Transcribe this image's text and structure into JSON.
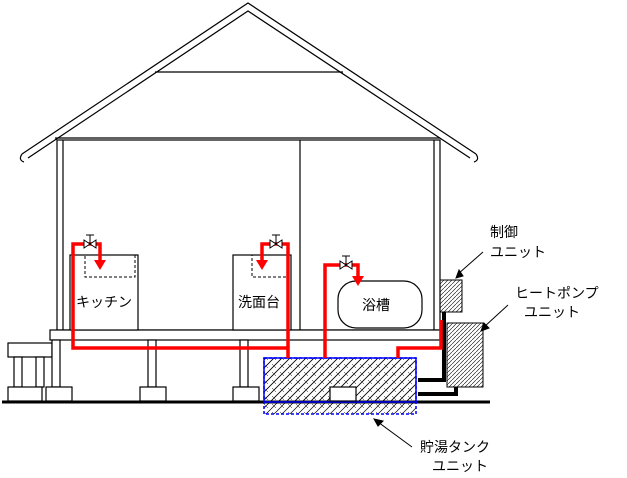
{
  "labels": {
    "kitchen": "キッチン",
    "washbasin": "洗面台",
    "bathtub": "浴槽",
    "control_unit_line1": "制御",
    "control_unit_line2": "ユニット",
    "heat_pump_line1": "ヒートポンプ",
    "heat_pump_line2": "ユニット",
    "storage_tank_line1": "貯湯タンク",
    "storage_tank_line2": "ユニット"
  },
  "colors": {
    "hot_water_pipe": "#ff0000",
    "storage_tank_outline": "#0000ff",
    "outline": "#000000",
    "background": "#ffffff"
  }
}
